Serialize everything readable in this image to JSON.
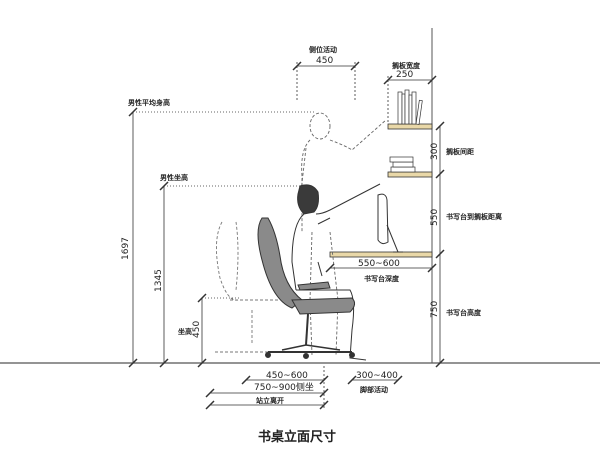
{
  "title": "书桌立面尺寸",
  "annotations": {
    "male_avg_height_label": "男性平均身高",
    "male_avg_height_value": "1697",
    "male_sitting_height_label": "男性坐高",
    "male_sitting_height_value": "1345",
    "seat_height_label": "坐高",
    "seat_height_value": "450",
    "side_activity_label": "侧位活动",
    "side_activity_value": "450",
    "shelf_width_label": "搁板宽度",
    "shelf_width_value": "250",
    "shelf_spacing_label": "搁板间距",
    "shelf_spacing_value": "300",
    "desk_to_shelf_label": "书写台到搁板距离",
    "desk_to_shelf_value": "550",
    "desk_height_label": "书写台高度",
    "desk_height_value": "750",
    "desk_depth_label": "书写台深度",
    "desk_depth_value": "550~600",
    "seat_area_value": "450~600",
    "chair_clearance_value": "750~900侧坐",
    "standing_leave_label": "站立离开",
    "leg_space_value": "300~400",
    "leg_space_label": "脚部活动"
  },
  "colors": {
    "line": "#333333",
    "chair_fill": "#8a8a8a",
    "shelf_fill": "#e9d8a8",
    "ground": "#555555"
  }
}
